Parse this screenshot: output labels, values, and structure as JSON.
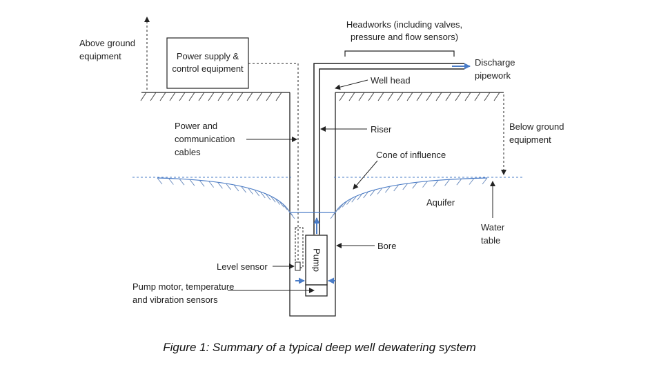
{
  "labels": {
    "above_ground_1": "Above ground",
    "above_ground_2": "equipment",
    "power_supply_1": "Power supply &",
    "power_supply_2": "control equipment",
    "headworks_1": "Headworks (including valves,",
    "headworks_2": "pressure and  flow sensors)",
    "discharge_1": "Discharge",
    "discharge_2": "pipework",
    "well_head": "Well head",
    "riser": "Riser",
    "power_cables_1": "Power and",
    "power_cables_2": "communication",
    "power_cables_3": "cables",
    "below_ground_1": "Below ground",
    "below_ground_2": "equipment",
    "cone": "Cone of influence",
    "aquifer": "Aquifer",
    "water_table_1": "Water",
    "water_table_2": "table",
    "bore": "Bore",
    "pump": "Pump",
    "level_sensor": "Level sensor",
    "motor_1": "Pump motor, temperature",
    "motor_2": "and vibration sensors"
  },
  "caption": "Figure 1: Summary of a typical deep well dewatering system",
  "colors": {
    "line": "#222222",
    "water": "#4a7cc7",
    "hatch": "#6f8fbf"
  }
}
